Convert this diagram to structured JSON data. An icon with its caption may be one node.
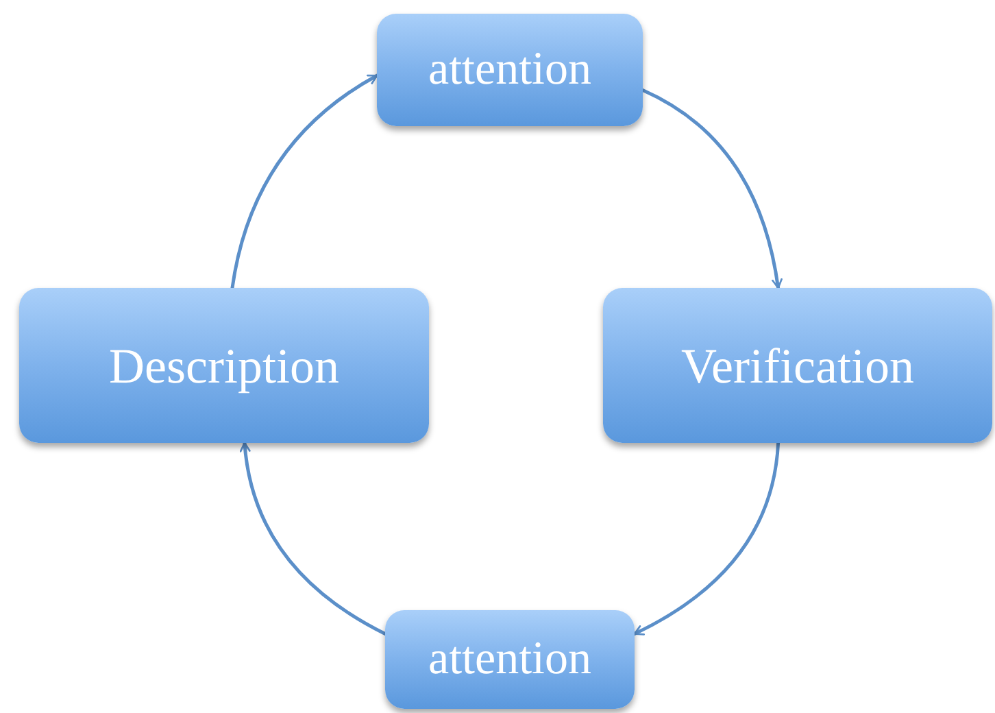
{
  "diagram": {
    "nodes": [
      {
        "text": [
          "attention"
        ]
      },
      {
        "text": [
          "Verification"
        ]
      },
      {
        "text": [
          "attention"
        ]
      },
      {
        "text": [
          "Description"
        ]
      }
    ],
    "edges": [
      {
        "from": 0,
        "to": 1,
        "arrow": "to"
      },
      {
        "from": 1,
        "to": 2,
        "arrow": "to"
      },
      {
        "from": 2,
        "to": 3,
        "arrow": "to"
      },
      {
        "from": 3,
        "to": 0,
        "arrow": "to"
      }
    ]
  }
}
